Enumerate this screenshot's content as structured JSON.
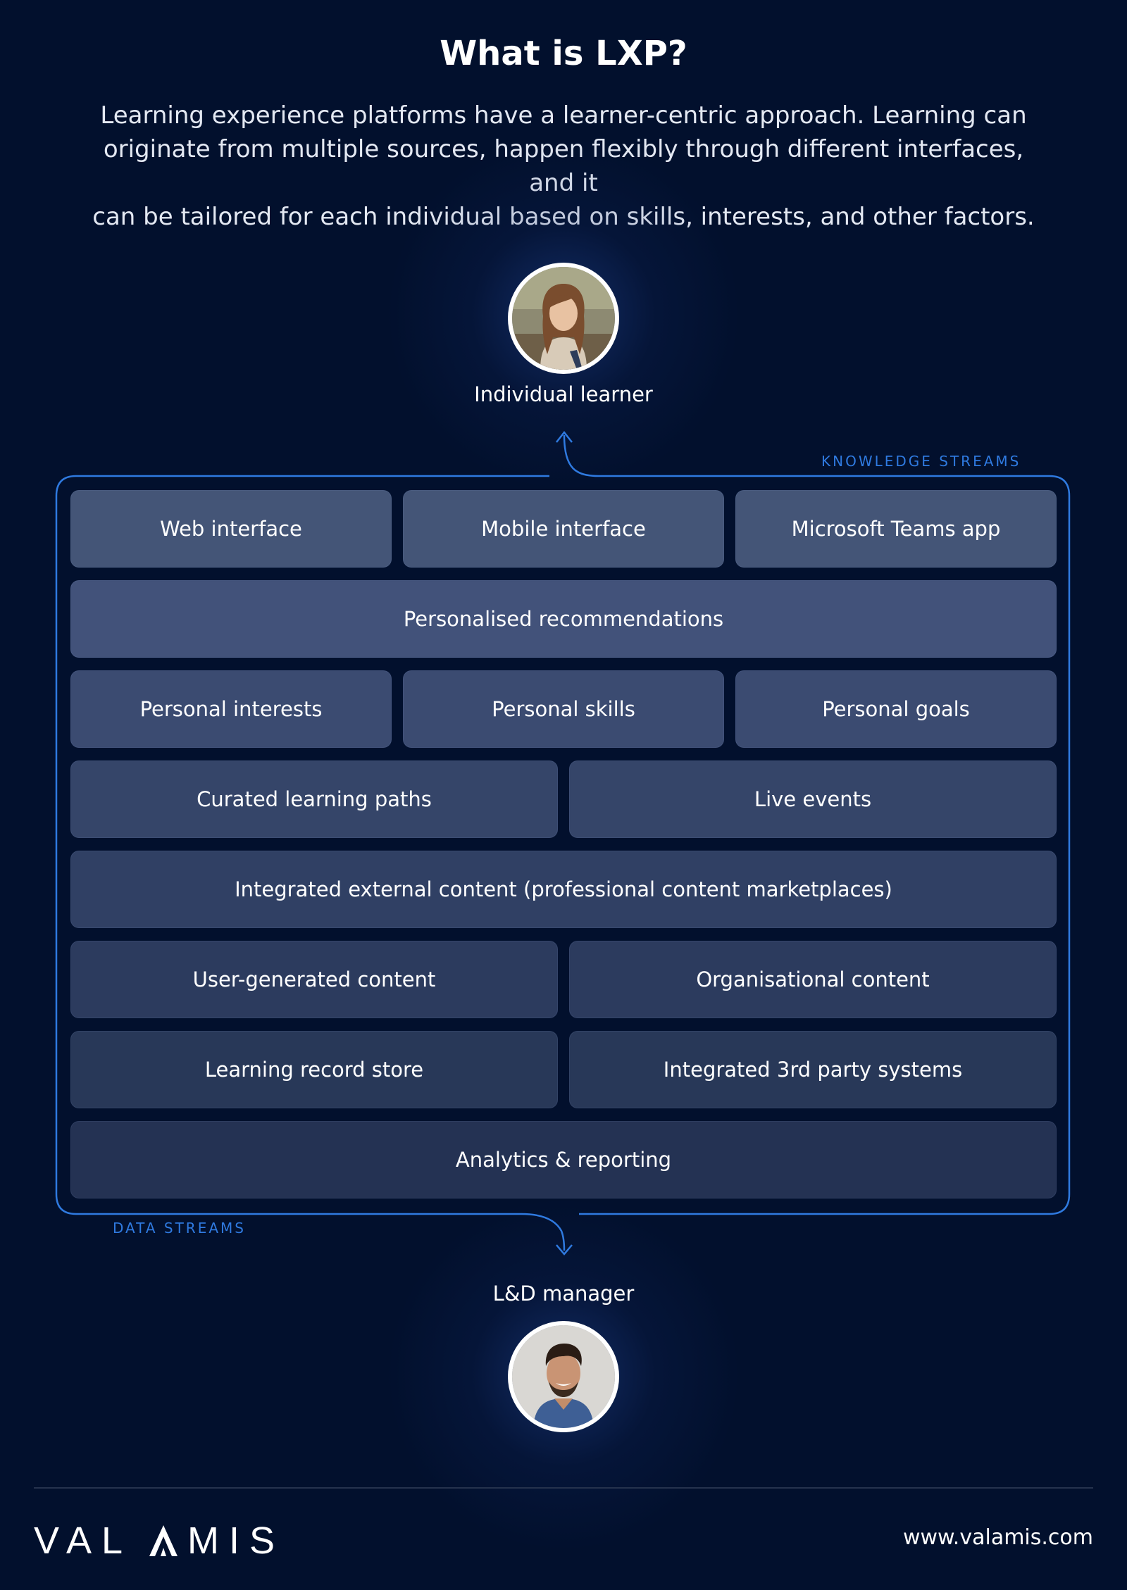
{
  "header": {
    "title": "What is LXP?",
    "intro_lines": [
      "Learning experience platforms have a learner-centric approach. Learning can",
      "originate from multiple sources, happen flexibly through different interfaces, and it",
      "can be tailored for each individual based on skills, interests, and other factors."
    ]
  },
  "learner": {
    "label": "Individual learner"
  },
  "manager": {
    "label": "L&D manager"
  },
  "streams": {
    "knowledge": "KNOWLEDGE STREAMS",
    "data": "DATA STREAMS"
  },
  "rows": [
    [
      "Web interface",
      "Mobile interface",
      "Microsoft Teams app"
    ],
    [
      "Personalised recommendations"
    ],
    [
      "Personal interests",
      "Personal skills",
      "Personal goals"
    ],
    [
      "Curated learning paths",
      "Live events"
    ],
    [
      "Integrated external content (professional content marketplaces)"
    ],
    [
      "User-generated content",
      "Organisational content"
    ],
    [
      "Learning record store",
      "Integrated 3rd party systems"
    ],
    [
      "Analytics & reporting"
    ]
  ],
  "row_colors": [
    "#445577",
    "#42527a",
    "#3b4b71",
    "#354569",
    "#304064",
    "#2c3b5e",
    "#283858",
    "#243253"
  ],
  "footer": {
    "logo_text": "VALAMIS",
    "website": "www.valamis.com"
  },
  "colors": {
    "background": "#02102d",
    "accent": "#2f7ae0",
    "text": "#ffffff"
  }
}
